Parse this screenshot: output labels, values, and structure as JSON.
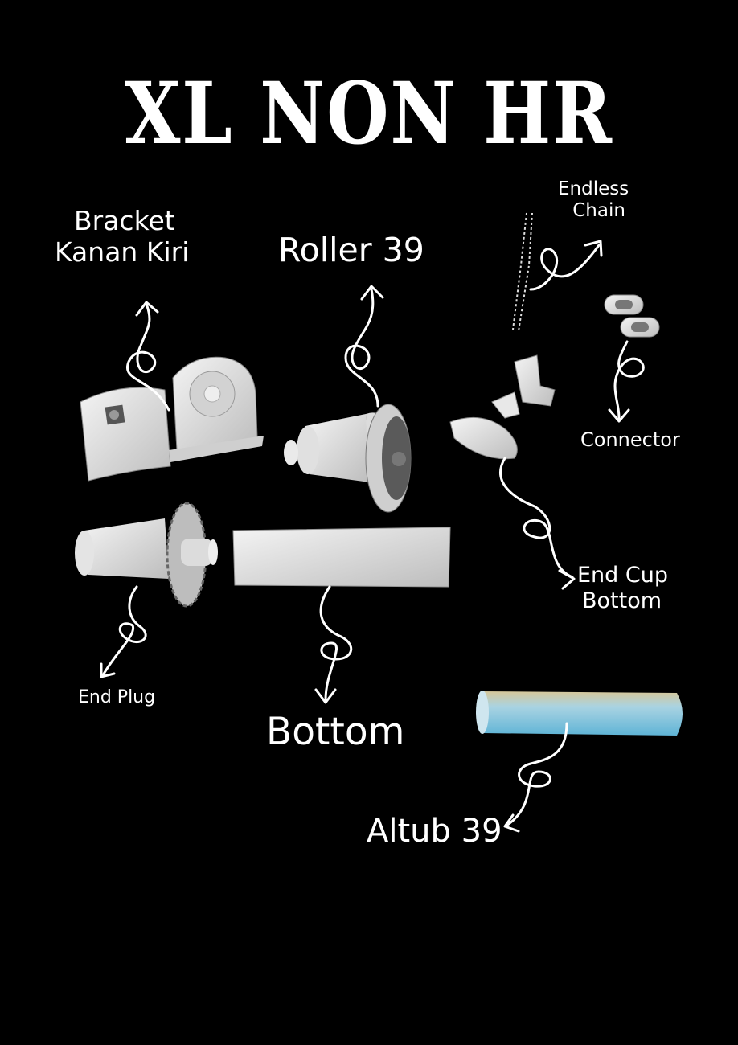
{
  "title": "XL NON HR",
  "parts": {
    "bracket": {
      "line1": "Bracket",
      "line2": "Kanan Kiri",
      "icon": "bracket-icon"
    },
    "roller": {
      "label": "Roller 39",
      "icon": "roller-icon"
    },
    "endless_chain": {
      "line1": "Endless",
      "line2": "Chain",
      "icon": "chain-icon"
    },
    "connector": {
      "label": "Connector",
      "icon": "connector-icon"
    },
    "end_cup_bottom": {
      "line1": "End Cup",
      "line2": "Bottom",
      "icon": "end-cup-icon"
    },
    "end_plug": {
      "label": "End Plug",
      "icon": "end-plug-icon"
    },
    "bottom": {
      "label": "Bottom",
      "icon": "bottom-rail-icon"
    },
    "altub": {
      "label": "Altub 39",
      "icon": "tube-icon"
    }
  },
  "colors": {
    "background": "#000000",
    "text": "#ffffff",
    "part": "#e6e6e6",
    "tube": "#8fc7dd"
  }
}
